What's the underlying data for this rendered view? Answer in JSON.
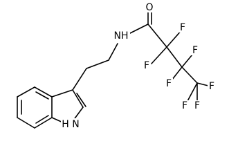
{
  "molecule": {
    "atom_labels": {
      "nh_amide": "NH",
      "o_carbonyl": "O",
      "nh_indole": "H N",
      "f1": "F",
      "f2": "F",
      "f3": "F",
      "f4": "F",
      "f5": "F",
      "f6": "F",
      "f7": "F"
    }
  }
}
